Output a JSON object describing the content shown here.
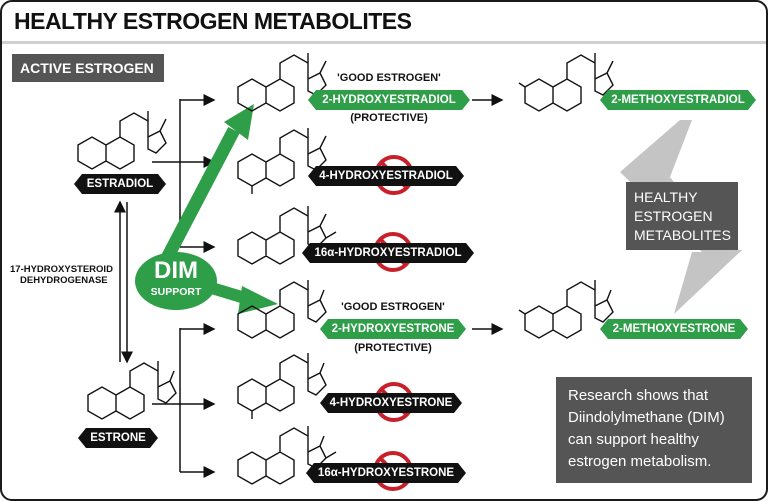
{
  "title": "HEALTHY ESTROGEN METABOLITES",
  "active_estrogen": "ACTIVE ESTROGEN",
  "estradiol": "ESTRADIOL",
  "estrone": "ESTRONE",
  "enzyme": [
    "17-HYDROXYSTEROID",
    "DEHYDROGENASE"
  ],
  "dim": {
    "big": "DIM",
    "small": "SUPPORT"
  },
  "good_label": "'GOOD ESTROGEN'",
  "protective": "(PROTECTIVE)",
  "metabolites": {
    "two_oh_e2": "2-HYDROXYESTRADIOL",
    "four_oh_e2": "4-HYDROXYESTRADIOL",
    "sixteen_oh_e2": "16α-HYDROXYESTRADIOL",
    "two_oh_e1": "2-HYDROXYESTRONE",
    "four_oh_e1": "4-HYDROXYESTRONE",
    "sixteen_oh_e1": "16α-HYDROXYESTRONE",
    "two_meo_e2": "2-METHOXYESTRADIOL",
    "two_meo_e1": "2-METHOXYESTRONE"
  },
  "healthy_box": [
    "HEALTHY",
    "ESTROGEN",
    "METABOLITES"
  ],
  "research": [
    "Research shows that",
    "Diindolylmethane (DIM)",
    "can support healthy",
    "estrogen metabolism."
  ],
  "colors": {
    "green": "#2e9e48",
    "black": "#111111",
    "gray": "#555555",
    "prohibit": "#c8202a"
  }
}
